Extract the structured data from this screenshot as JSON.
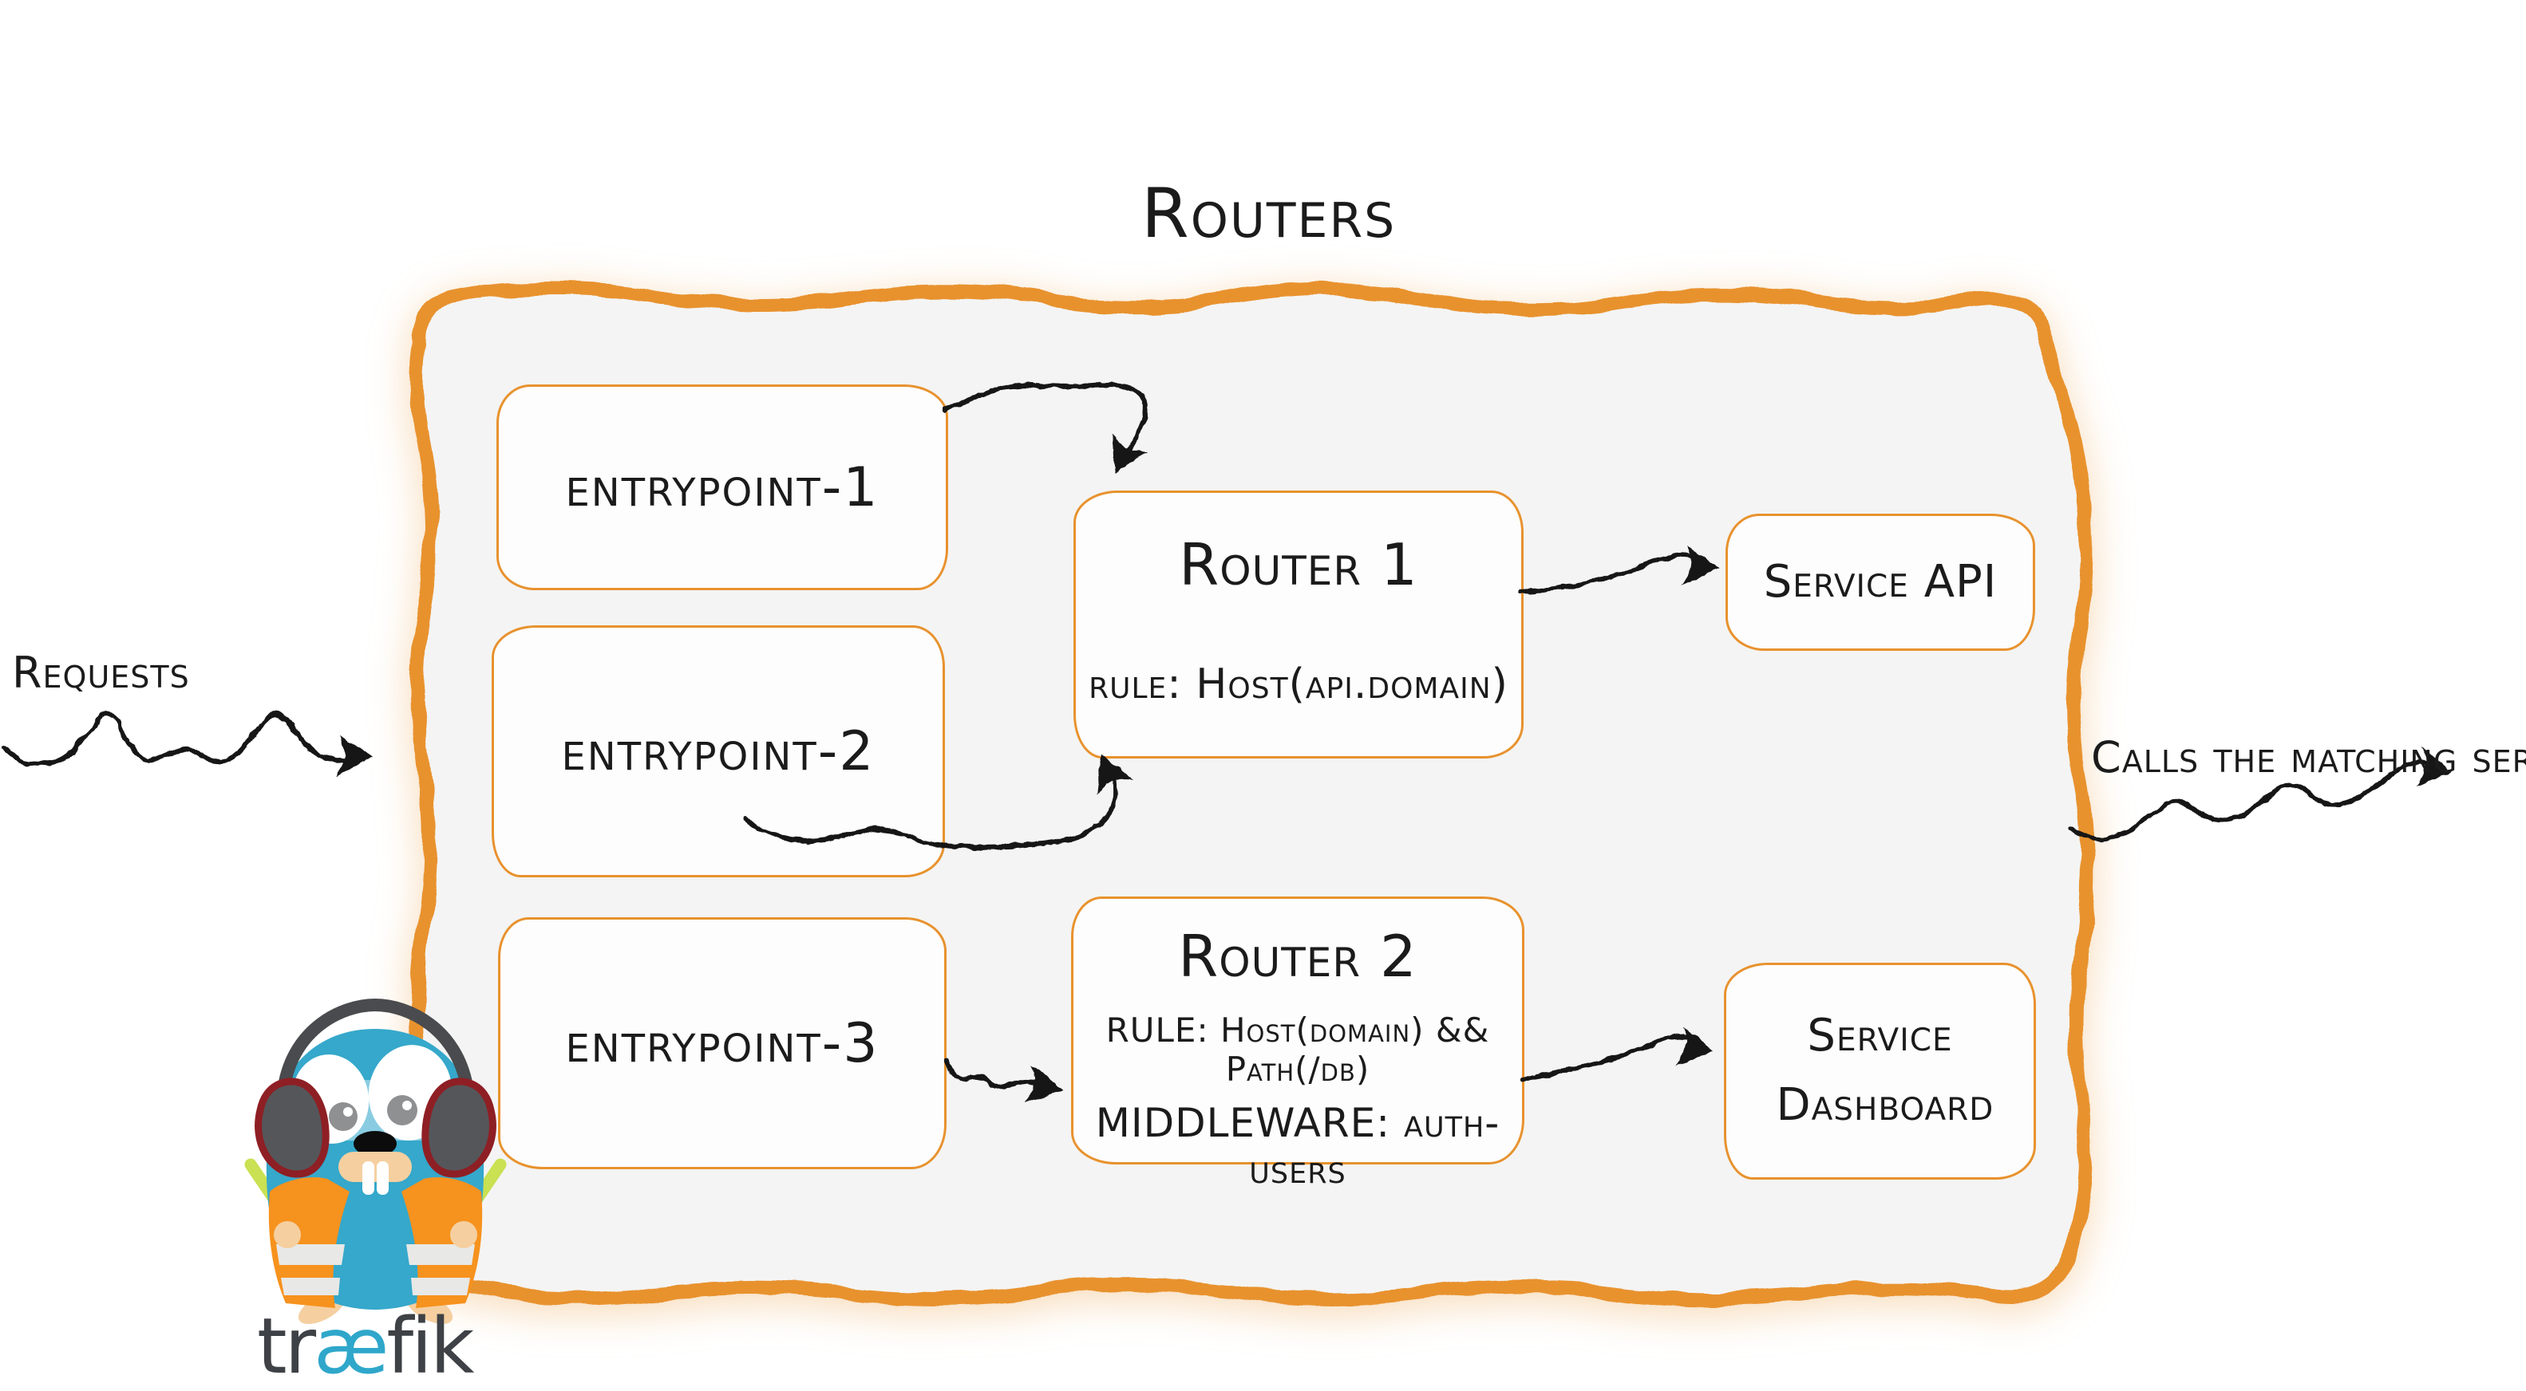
{
  "title": "Routers",
  "labels": {
    "requests": "Requests",
    "calls": "Calls the matching server"
  },
  "entrypoints": [
    {
      "label": "entrypoint-1"
    },
    {
      "label": "entrypoint-2"
    },
    {
      "label": "entrypoint-3"
    }
  ],
  "routers": [
    {
      "title": "Router 1",
      "rule": "rule: Host(api.domain)"
    },
    {
      "title": "Router 2",
      "rule": "RULE: Host(domain) && Path(/db)",
      "middleware": "MIDDLEWARE: auth-users"
    }
  ],
  "services": [
    {
      "label": "Service API"
    },
    {
      "label": "Service Dashboard"
    }
  ],
  "brand": {
    "wordmark_prefix": "tr",
    "wordmark_ae": "æ",
    "wordmark_suffix": "fik"
  },
  "colors": {
    "accent": "#e8922e",
    "ink": "#1b1b1b",
    "container_fill": "#f4f4f4",
    "arrow_black": "#141414",
    "brand_teal": "#2fa7ca",
    "brand_dark": "#3e4145",
    "gopher_body": "#35a8cb",
    "vest_orange": "#f6921e",
    "stick_green": "#c9e152",
    "muzzle_tan": "#f5cfa0",
    "headphone_gray": "#55565a",
    "headphone_red": "#8e1f24"
  }
}
